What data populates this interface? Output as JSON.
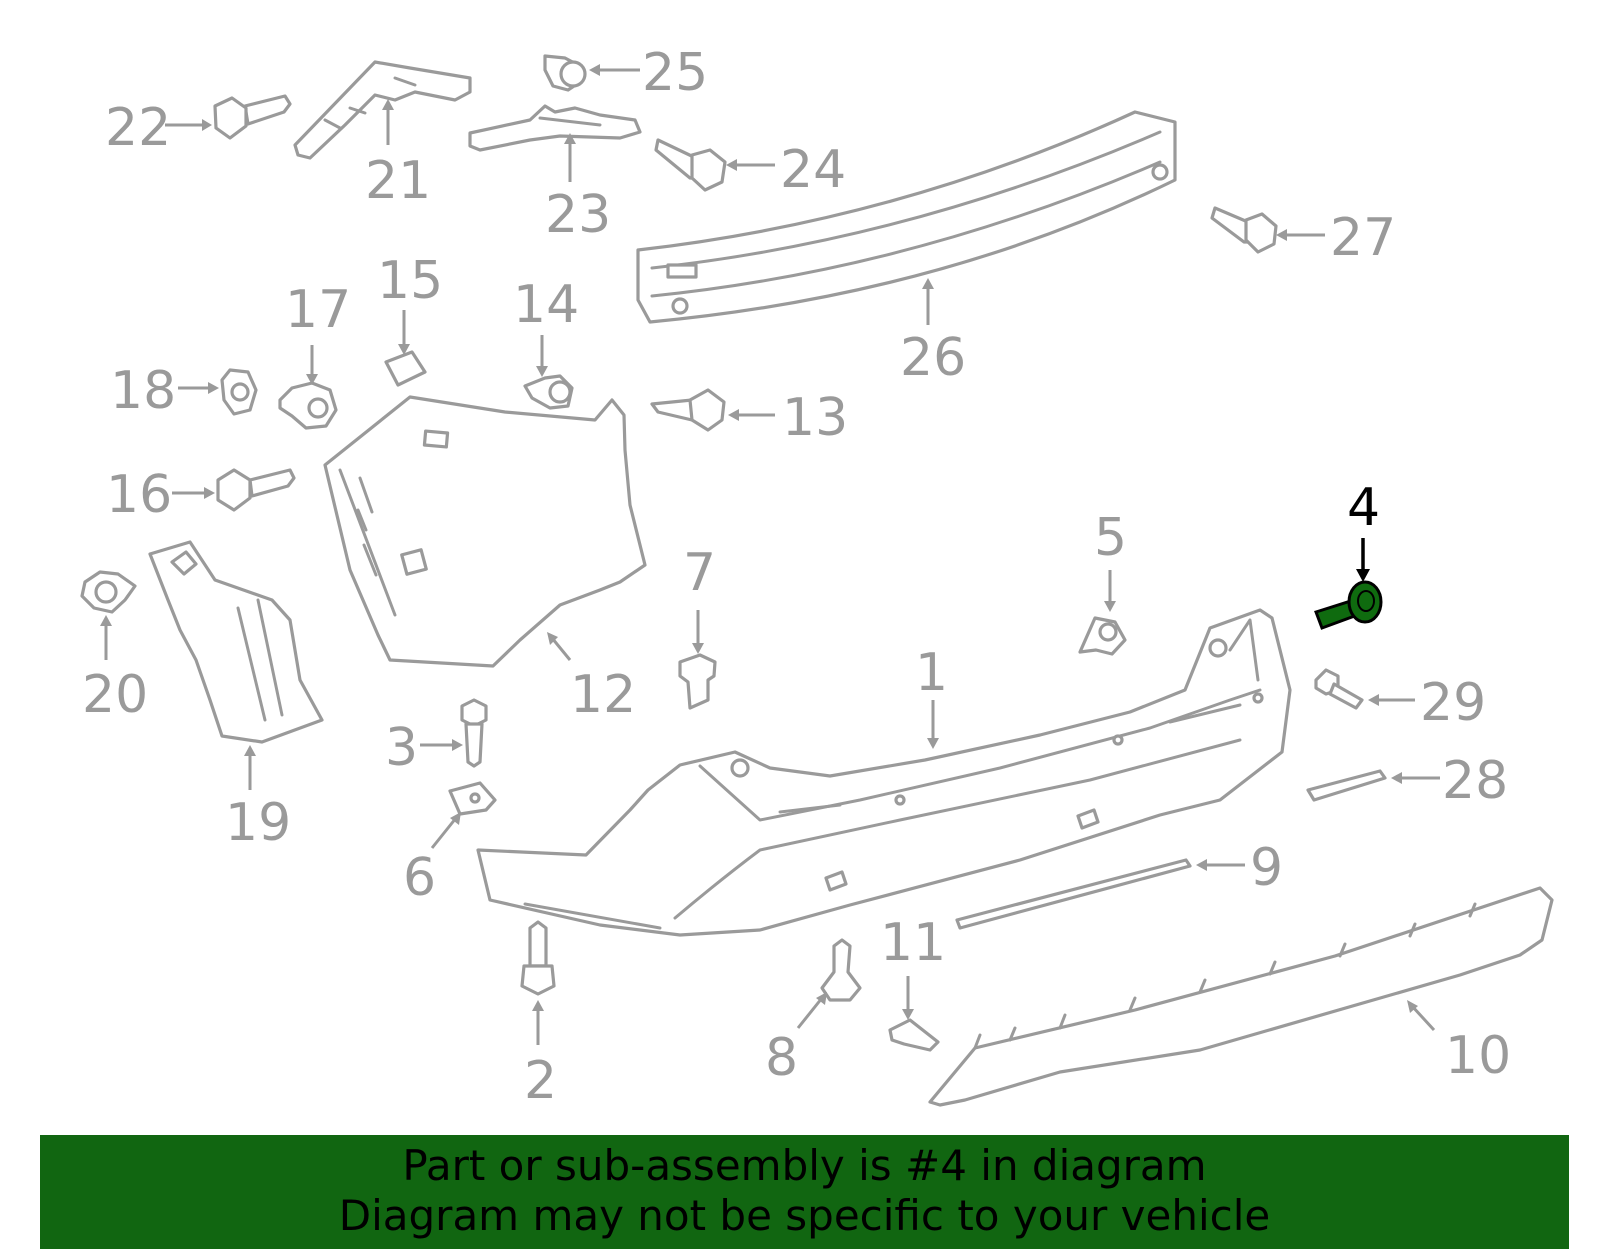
{
  "diagram": {
    "highlighted_part": "4",
    "highlight_color": "#0f6b0f",
    "outline_color": "#9a9a9a",
    "callouts": {
      "c1": "1",
      "c2": "2",
      "c3": "3",
      "c4": "4",
      "c5": "5",
      "c6": "6",
      "c7": "7",
      "c8": "8",
      "c9": "9",
      "c10": "10",
      "c11": "11",
      "c12": "12",
      "c13": "13",
      "c14": "14",
      "c15": "15",
      "c16": "16",
      "c17": "17",
      "c18": "18",
      "c19": "19",
      "c20": "20",
      "c21": "21",
      "c22": "22",
      "c23": "23",
      "c24": "24",
      "c25": "25",
      "c26": "26",
      "c27": "27",
      "c28": "28",
      "c29": "29"
    }
  },
  "banner": {
    "background": "#116611",
    "line1": "Part or sub-assembly is #4 in diagram",
    "line2": "Diagram may not be specific to your vehicle"
  }
}
